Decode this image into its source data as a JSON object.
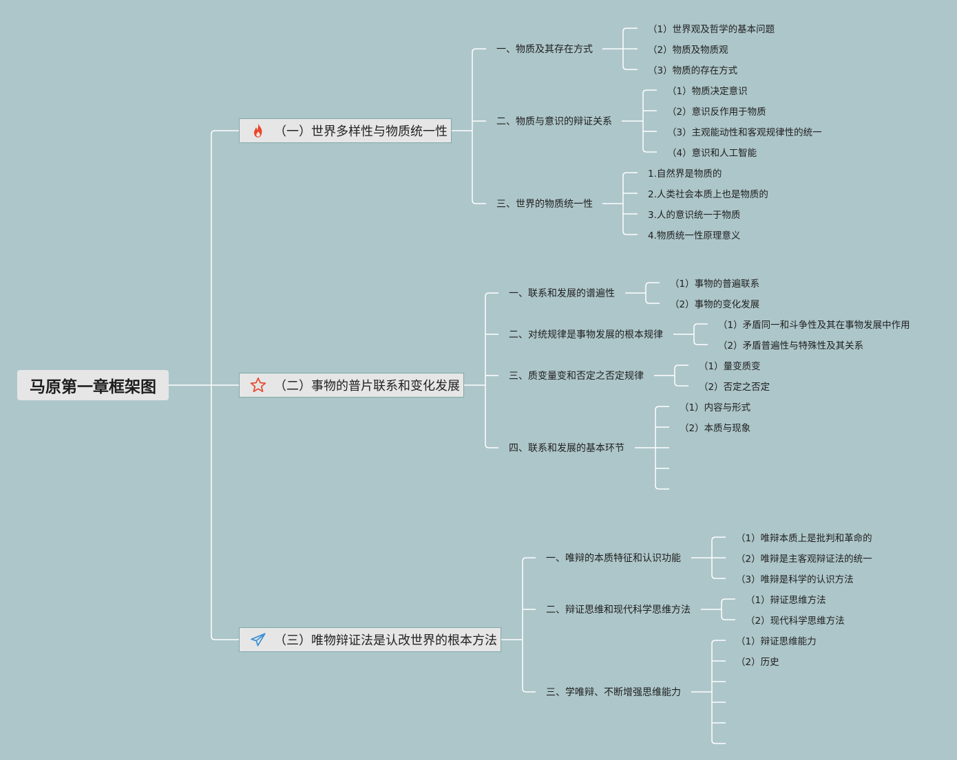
{
  "root": {
    "label": "马原第一章框架图"
  },
  "sections": [
    {
      "label": "（一）世界多样性与物质统一性",
      "icon": "flame-icon",
      "icon_color": "#e8472b",
      "subs": [
        {
          "label": "一、物质及其存在方式",
          "leaves": [
            "（1）世界观及哲学的基本问题",
            "（2）物质及物质观",
            "（3）物质的存在方式"
          ],
          "empty_leaves": 0
        },
        {
          "label": "二、物质与意识的辩证关系",
          "leaves": [
            "（1）物质决定意识",
            "（2）意识反作用于物质",
            "（3）主观能动性和客观规律性的统一",
            "（4）意识和人工智能"
          ],
          "empty_leaves": 0
        },
        {
          "label": "三、世界的物质统一性",
          "leaves": [
            "1.自然界是物质的",
            "2.人类社会本质上也是物质的",
            "3.人的意识统一于物质",
            "4.物质统一性原理意义"
          ],
          "empty_leaves": 0
        }
      ]
    },
    {
      "label": "（二）事物的普片联系和变化发展",
      "icon": "star-icon",
      "icon_color": "#e8472b",
      "subs": [
        {
          "label": "一、联系和发展的谱遍性",
          "leaves": [
            "（1）事物的普遍联系",
            "（2）事物的变化发展"
          ],
          "empty_leaves": 0
        },
        {
          "label": "二、对统规律是事物发展的根本规律",
          "leaves": [
            "（1）矛盾同一和斗争性及其在事物发展中作用",
            "（2）矛盾普遍性与特殊性及其关系"
          ],
          "empty_leaves": 0
        },
        {
          "label": "三、质变量变和否定之否定规律",
          "leaves": [
            "（1）量变质变",
            "（2）否定之否定"
          ],
          "empty_leaves": 0
        },
        {
          "label": "四、联系和发展的基本环节",
          "leaves": [
            "（1）内容与形式",
            "（2）本质与现象"
          ],
          "empty_leaves": 3
        }
      ]
    },
    {
      "label": "（三）唯物辩证法是认改世界的根本方法",
      "icon": "paper-plane-icon",
      "icon_color": "#3c8fd6",
      "subs": [
        {
          "label": "一、唯辩的本质特征和认识功能",
          "leaves": [
            "（1）唯辩本质上是批判和革命的",
            "（2）唯辩是主客观辩证法的统一",
            "（3）唯辩是科学的认识方法"
          ],
          "empty_leaves": 0
        },
        {
          "label": "二、辩证思维和现代科学思维方法",
          "leaves": [
            "（1）辩证思维方法",
            "（2）现代科学思维方法"
          ],
          "empty_leaves": 0
        },
        {
          "label": "三、学唯辩、不断增强思维能力",
          "leaves": [
            "（1）辩证思维能力",
            "（2）历史"
          ],
          "empty_leaves": 4
        }
      ]
    }
  ]
}
